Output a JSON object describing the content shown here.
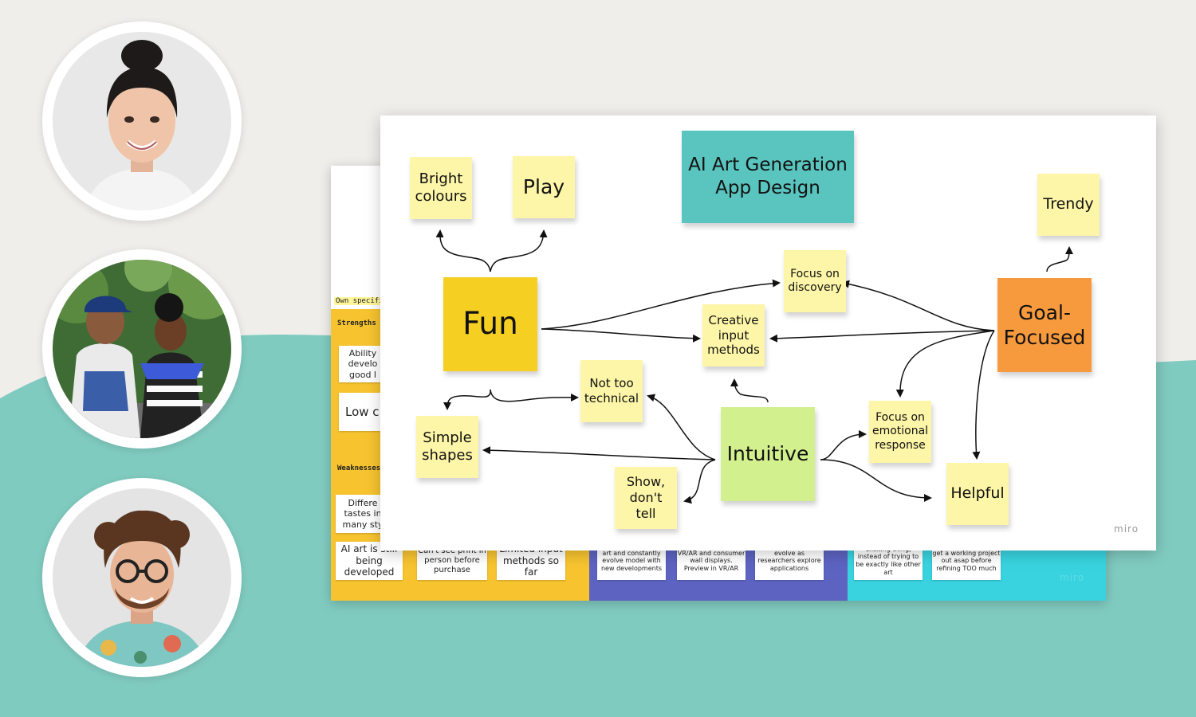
{
  "background": {
    "base_color": "#f0eeea",
    "wave_color": "#80cbc0"
  },
  "people": [
    {
      "description": "woman-with-hair-bun-portrait",
      "icon": "person-photo"
    },
    {
      "description": "couple-sitting-outdoors-photo",
      "icon": "people-photo"
    },
    {
      "description": "man-with-curly-hair-and-glasses-portrait",
      "icon": "person-photo"
    }
  ],
  "back_board": {
    "label_own": "Own specific",
    "label_strengths": "Strengths",
    "label_weaknesses": "Weaknesses",
    "card_ability": "Ability develo good l",
    "card_low": "Low c",
    "card_different": "Differe tastes in many sty",
    "card_ai_art": "AI art is still being developed",
    "card_cant_see": "Can't see print in person before purchase",
    "card_limited": "Limited input methods so far",
    "card_art_evolve": "art and constantly evolve model with new developments",
    "card_vr": "VR/AR and consumer wall displays. Preview in VR/AR",
    "card_researchers": "evolve as researchers explore applications",
    "card_exciting": "exciting thing, instead of trying to be exactly like other art",
    "card_working": "get a working project out asap before refining TOO much",
    "watermark": "miro",
    "colors": {
      "yellow": "#f7c430",
      "purple": "#5d63c1",
      "cyan": "#38d3df"
    }
  },
  "mindmap": {
    "title": "AI Art Generation App Design",
    "fun": "Fun",
    "goal": "Goal-Focused",
    "intuitive": "Intuitive",
    "bright": "Bright colours",
    "play": "Play",
    "trendy": "Trendy",
    "discovery": "Focus on discovery",
    "creative": "Creative input methods",
    "not_technical": "Not too technical",
    "simple_shapes": "Simple shapes",
    "show_dont_tell": "Show, don't tell",
    "emotional": "Focus on emotional response",
    "helpful": "Helpful",
    "watermark": "miro",
    "colors": {
      "pale_yellow": "#fdf6a8",
      "yellow": "#f5d023",
      "teal": "#5ac5bf",
      "orange": "#f79a3e",
      "green": "#d3f08e"
    }
  }
}
